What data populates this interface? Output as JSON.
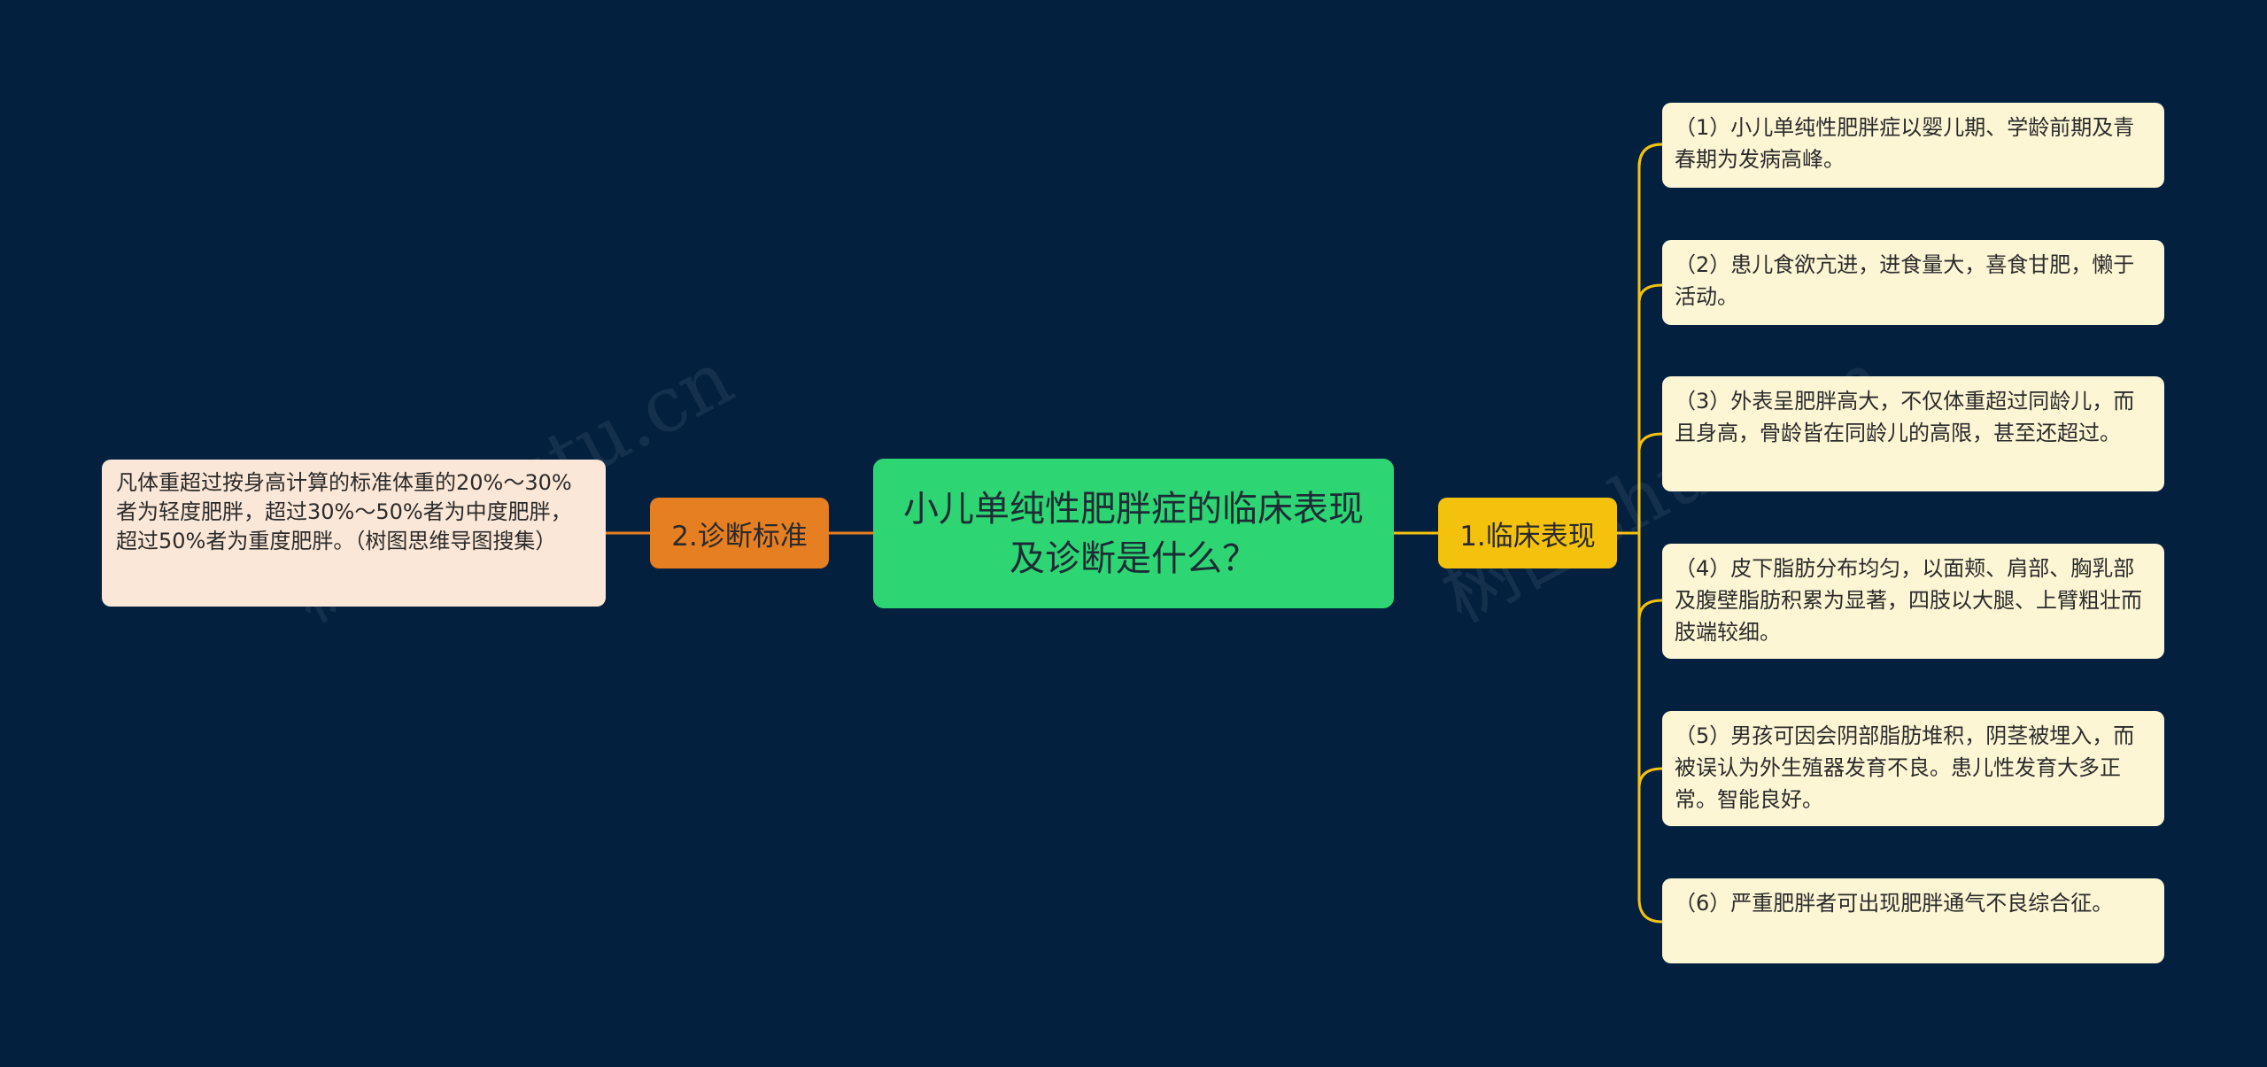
{
  "central": {
    "text": "小儿单纯性肥胖症的临床表现及诊断是什么？"
  },
  "branches": [
    {
      "label": "1.临床表现",
      "items": [
        "（1）小儿单纯性肥胖症以婴儿期、学龄前期及青春期为发病高峰。",
        "（2）患儿食欲亢进，进食量大，喜食甘肥，懒于活动。",
        "（3）外表呈肥胖高大，不仅体重超过同龄儿，而且身高，骨龄皆在同龄儿的高限，甚至还超过。",
        "（4）皮下脂肪分布均匀，以面颊、肩部、胸乳部及腹壁脂肪积累为显著，四肢以大腿、上臂粗壮而肢端较细。",
        "（5）男孩可因会阴部脂肪堆积，阴茎被埋入，而被误认为外生殖器发育不良。患儿性发育大多正常。智能良好。",
        "（6）严重肥胖者可出现肥胖通气不良综合征。"
      ]
    },
    {
      "label": "2.诊断标准",
      "items": [
        "凡体重超过按身高计算的标准体重的20%～30%者为轻度肥胖，超过30%～50%者为中度肥胖，超过50%者为重度肥胖。（树图思维导图搜集）"
      ]
    }
  ],
  "watermarks": [
    "树图shutu.cn",
    "树图shutu.cn"
  ],
  "colors": {
    "background": "#03213f",
    "central": "#2ed573",
    "branch_right": "#f4c20d",
    "branch_left": "#e67e22",
    "leaf_right": "#fdf6d5",
    "leaf_left": "#fbe7d7"
  }
}
